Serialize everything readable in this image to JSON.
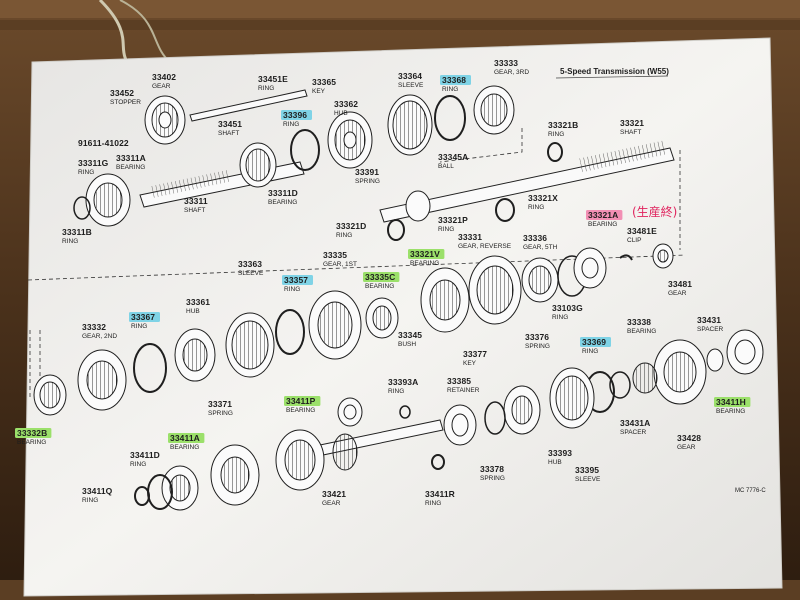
{
  "title": "5-Speed Transmission (W55)",
  "handwritten_note": "(生産終)",
  "figure_code": "MC 7776-C",
  "colors": {
    "highlight_green": "#9be06a",
    "highlight_blue": "#7fd3e6",
    "highlight_pink": "#f28fb4",
    "paper": "#f3f2ef",
    "ink": "#1d1d1d"
  },
  "parts": [
    {
      "id": "33402",
      "name": "GEAR",
      "hl": ""
    },
    {
      "id": "33452",
      "name": "STOPPER",
      "hl": ""
    },
    {
      "id": "33451E",
      "name": "RING",
      "hl": ""
    },
    {
      "id": "33451",
      "name": "SHAFT",
      "hl": ""
    },
    {
      "id": "91611-41022",
      "name": "",
      "hl": ""
    },
    {
      "id": "33365",
      "name": "KEY",
      "hl": ""
    },
    {
      "id": "33362",
      "name": "HUB",
      "hl": ""
    },
    {
      "id": "33364",
      "name": "SLEEVE",
      "hl": ""
    },
    {
      "id": "33368",
      "name": "RING",
      "hl": "blue"
    },
    {
      "id": "33333",
      "name": "GEAR, 3RD",
      "hl": ""
    },
    {
      "id": "33396",
      "name": "RING",
      "hl": "blue"
    },
    {
      "id": "33391",
      "name": "SPRING",
      "hl": ""
    },
    {
      "id": "33311G",
      "name": "RING",
      "hl": ""
    },
    {
      "id": "33311A",
      "name": "BEARING",
      "hl": ""
    },
    {
      "id": "33311",
      "name": "SHAFT",
      "hl": ""
    },
    {
      "id": "33311D",
      "name": "BEARING",
      "hl": ""
    },
    {
      "id": "33311B",
      "name": "RING",
      "hl": ""
    },
    {
      "id": "33321B",
      "name": "RING",
      "hl": ""
    },
    {
      "id": "33321",
      "name": "SHAFT",
      "hl": ""
    },
    {
      "id": "33345A",
      "name": "BALL",
      "hl": ""
    },
    {
      "id": "33321X",
      "name": "RING",
      "hl": ""
    },
    {
      "id": "33321D",
      "name": "RING",
      "hl": ""
    },
    {
      "id": "33321P",
      "name": "RING",
      "hl": ""
    },
    {
      "id": "33321A",
      "name": "BEARING",
      "hl": "pink"
    },
    {
      "id": "33481E",
      "name": "CLIP",
      "hl": ""
    },
    {
      "id": "33481",
      "name": "GEAR",
      "hl": ""
    },
    {
      "id": "33331",
      "name": "GEAR, REVERSE",
      "hl": ""
    },
    {
      "id": "33336",
      "name": "GEAR, 5TH",
      "hl": ""
    },
    {
      "id": "33321V",
      "name": "BEARING",
      "hl": "green"
    },
    {
      "id": "33335C",
      "name": "BEARING",
      "hl": "green"
    },
    {
      "id": "33335",
      "name": "GEAR, 1ST",
      "hl": ""
    },
    {
      "id": "33357",
      "name": "RING",
      "hl": "blue"
    },
    {
      "id": "33363",
      "name": "SLEEVE",
      "hl": ""
    },
    {
      "id": "33361",
      "name": "HUB",
      "hl": ""
    },
    {
      "id": "33367",
      "name": "RING",
      "hl": "blue"
    },
    {
      "id": "33332",
      "name": "GEAR, 2ND",
      "hl": ""
    },
    {
      "id": "33345",
      "name": "BUSH",
      "hl": ""
    },
    {
      "id": "33103G",
      "name": "RING",
      "hl": ""
    },
    {
      "id": "33338",
      "name": "BEARING",
      "hl": ""
    },
    {
      "id": "33431",
      "name": "SPACER",
      "hl": ""
    },
    {
      "id": "33376",
      "name": "SPRING",
      "hl": ""
    },
    {
      "id": "33369",
      "name": "RING",
      "hl": "blue"
    },
    {
      "id": "33377",
      "name": "KEY",
      "hl": ""
    },
    {
      "id": "33393A",
      "name": "RING",
      "hl": ""
    },
    {
      "id": "33385",
      "name": "RETAINER",
      "hl": ""
    },
    {
      "id": "33371",
      "name": "SPRING",
      "hl": ""
    },
    {
      "id": "33411P",
      "name": "BEARING",
      "hl": "green"
    },
    {
      "id": "33332B",
      "name": "BEARING",
      "hl": "green"
    },
    {
      "id": "33411A",
      "name": "BEARING",
      "hl": "green"
    },
    {
      "id": "33411D",
      "name": "RING",
      "hl": ""
    },
    {
      "id": "33411Q",
      "name": "RING",
      "hl": ""
    },
    {
      "id": "33421",
      "name": "GEAR",
      "hl": ""
    },
    {
      "id": "33411R",
      "name": "RING",
      "hl": ""
    },
    {
      "id": "33378",
      "name": "SPRING",
      "hl": ""
    },
    {
      "id": "33393",
      "name": "HUB",
      "hl": ""
    },
    {
      "id": "33395",
      "name": "SLEEVE",
      "hl": ""
    },
    {
      "id": "33431A",
      "name": "SPACER",
      "hl": ""
    },
    {
      "id": "33428",
      "name": "GEAR",
      "hl": ""
    },
    {
      "id": "33411H",
      "name": "BEARING",
      "hl": "green"
    }
  ]
}
